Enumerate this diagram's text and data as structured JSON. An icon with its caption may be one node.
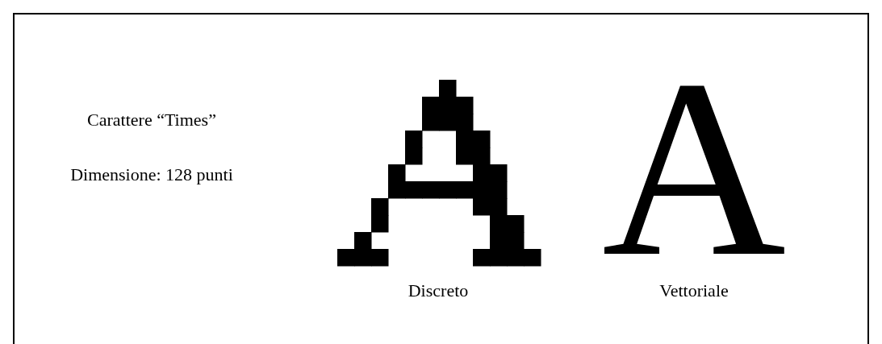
{
  "diagram": {
    "labels": [
      "Carattere “Times”",
      "Dimensione: 128 punti",
      "A",
      "Discreto",
      "Vettoriale"
    ]
  }
}
